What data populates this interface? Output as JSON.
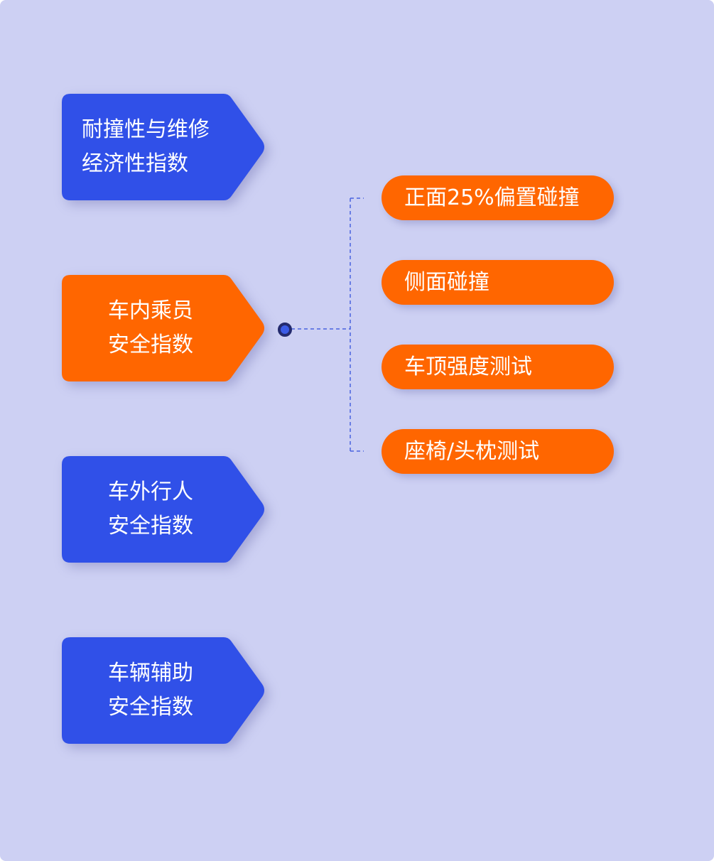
{
  "colors": {
    "background": "#cdd0f3",
    "blue": "#3050e8",
    "orange": "#ff6600",
    "connector": "#4a63e0"
  },
  "categories": [
    {
      "lines": [
        "耐撞性与维修",
        "经济性指数"
      ],
      "color": "blue"
    },
    {
      "lines": [
        "车内乘员",
        "安全指数"
      ],
      "color": "orange",
      "selected": true
    },
    {
      "lines": [
        "车外行人",
        "安全指数"
      ],
      "color": "blue"
    },
    {
      "lines": [
        "车辆辅助",
        "安全指数"
      ],
      "color": "blue"
    }
  ],
  "sub_items": [
    "正面25%偏置碰撞",
    "侧面碰撞",
    "车顶强度测试",
    "座椅/头枕测试"
  ]
}
